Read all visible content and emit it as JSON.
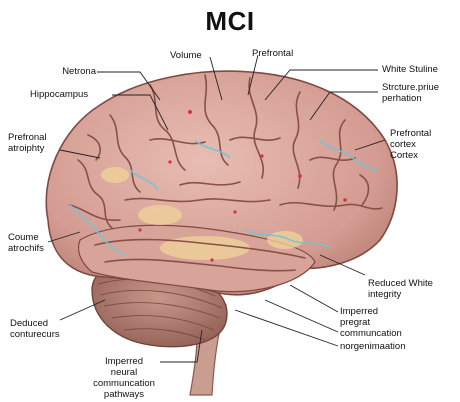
{
  "title": "MCI",
  "labels": {
    "volume": "Volume",
    "prefrontal_top": "Prefrontal",
    "netrona": "Netrona",
    "white_stuline": "White Stuline",
    "hippocampus": "Hippocampus",
    "strcture_perhation": "Strcture.priue\nperhation",
    "prefronal_atroiphty": "Prefronal\natroiphty",
    "prefrontal_cortex": "Prefrontal\ncortex\nCortex",
    "coume_atrochifs": "Coume\natrochifs",
    "reduced_white": "Reduced White\nintegrity",
    "deduced_conturecurs": "Deduced\nconturecurs",
    "imperred_pregrat": "Imperred\npregrat",
    "communcation": "communcation",
    "norgenimaation": "norgenimaation",
    "imperred_pathways": "Imperred\nneural\ncommuncation\npathways"
  },
  "colors": {
    "cortex": "#d9a49a",
    "cortex_shadow": "#b77b72",
    "sulcus": "#8a4f48",
    "lesion": "#f0d49a",
    "damage": "#7fcfe0",
    "dot": "#d8323a",
    "cerebellum": "#b88476",
    "stem": "#c99d8f"
  }
}
